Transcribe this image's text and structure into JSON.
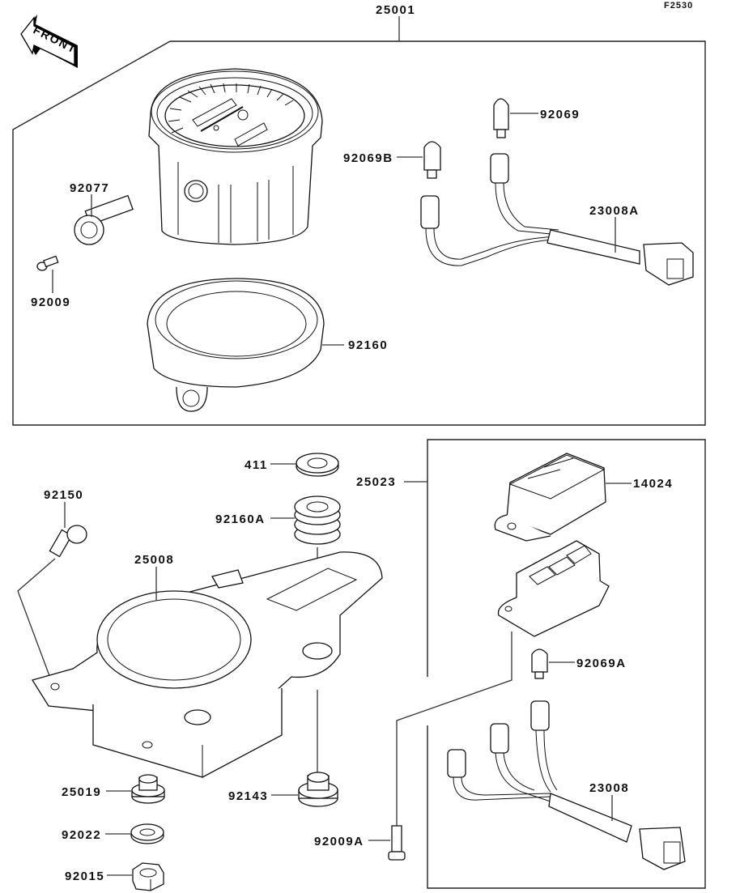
{
  "diagram": {
    "figure_code": "F2530",
    "direction_marker": "FRONT",
    "groups": [
      {
        "id": "meter-assembly",
        "part_number": "25001"
      },
      {
        "id": "indicator-assembly",
        "part_number": "25023"
      }
    ],
    "parts": {
      "p25001": "25001",
      "p92069": "92069",
      "p92069B": "92069B",
      "p23008A": "23008A",
      "p92077": "92077",
      "p92009": "92009",
      "p92160": "92160",
      "p411": "411",
      "p92160A": "92160A",
      "p25023": "25023",
      "p14024": "14024",
      "p92150": "92150",
      "p25008": "25008",
      "p92069A": "92069A",
      "p25019": "25019",
      "p92143": "92143",
      "p92022": "92022",
      "p92015": "92015",
      "p92009A": "92009A",
      "p23008": "23008"
    }
  }
}
